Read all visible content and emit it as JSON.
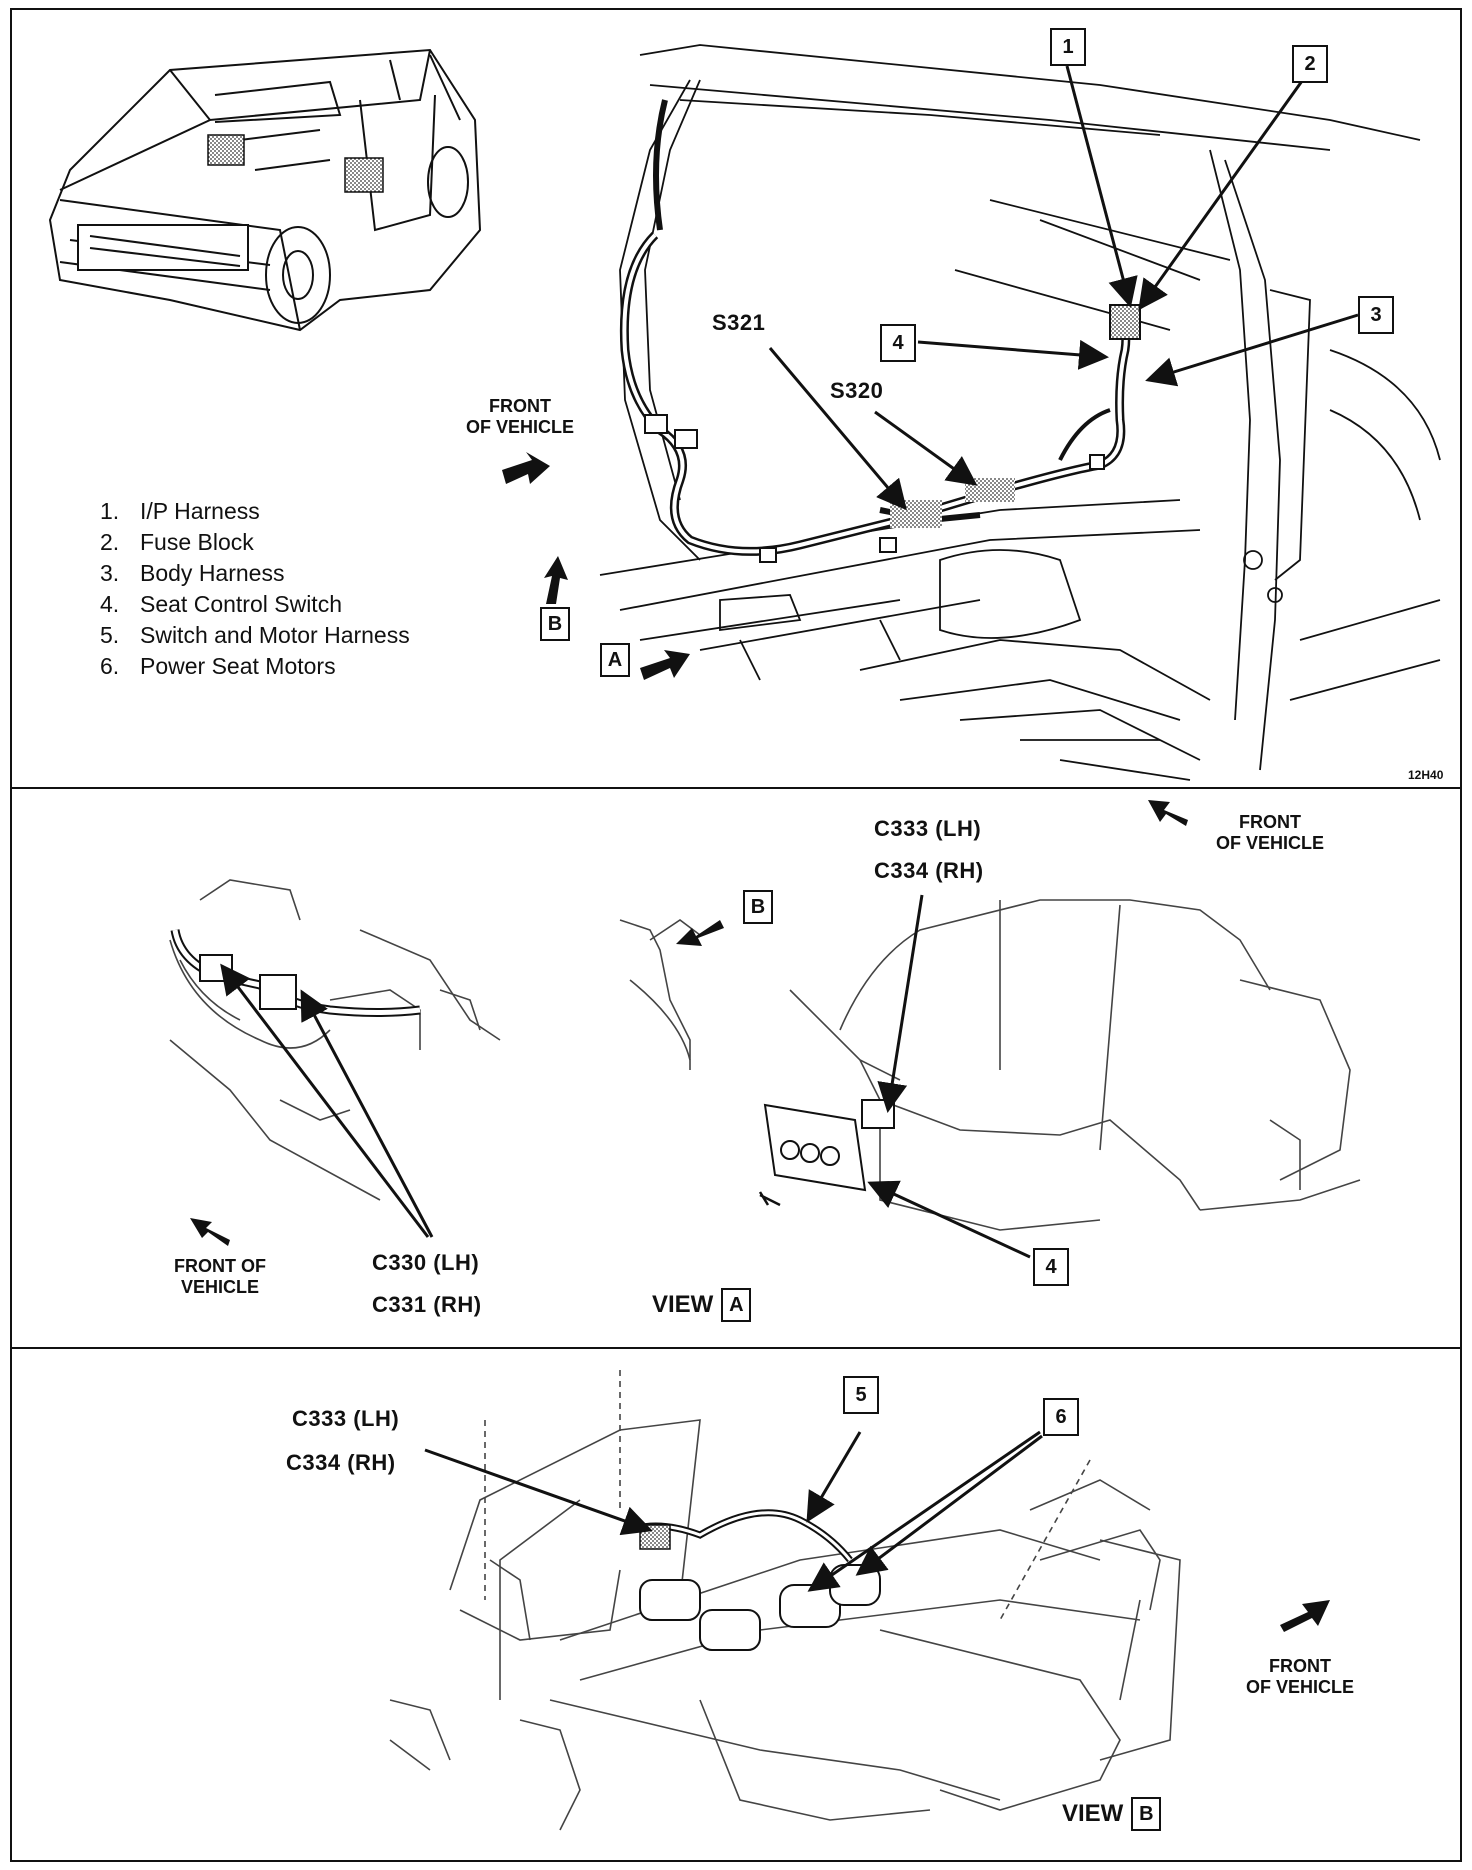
{
  "legend": {
    "items": [
      {
        "num": "1.",
        "text": "I/P Harness"
      },
      {
        "num": "2.",
        "text": "Fuse Block"
      },
      {
        "num": "3.",
        "text": "Body Harness"
      },
      {
        "num": "4.",
        "text": "Seat Control Switch"
      },
      {
        "num": "5.",
        "text": "Switch and Motor Harness"
      },
      {
        "num": "6.",
        "text": "Power Seat Motors"
      }
    ]
  },
  "top_panel": {
    "callouts": [
      "1",
      "2",
      "3",
      "4"
    ],
    "splices": [
      "S321",
      "S320"
    ],
    "front_line1": "FRONT",
    "front_line2": "OF VEHICLE",
    "view_a": "A",
    "view_b": "B",
    "figure_code": "12H40"
  },
  "middle_panel": {
    "front_right_line1": "FRONT",
    "front_right_line2": "OF VEHICLE",
    "connector_c333": "C333 (LH)",
    "connector_c334": "C334 (RH)",
    "view_b_tag": "B",
    "connector_c330": "C330 (LH)",
    "connector_c331": "C331 (RH)",
    "front_left_line1": "FRONT OF",
    "front_left_line2": "VEHICLE",
    "callout_4": "4",
    "view_label": "VIEW",
    "view_letter": "A"
  },
  "bottom_panel": {
    "connector_c333": "C333 (LH)",
    "connector_c334": "C334 (RH)",
    "callout_5": "5",
    "callout_6": "6",
    "front_line1": "FRONT",
    "front_line2": "OF VEHICLE",
    "view_label": "VIEW",
    "view_letter": "B"
  }
}
